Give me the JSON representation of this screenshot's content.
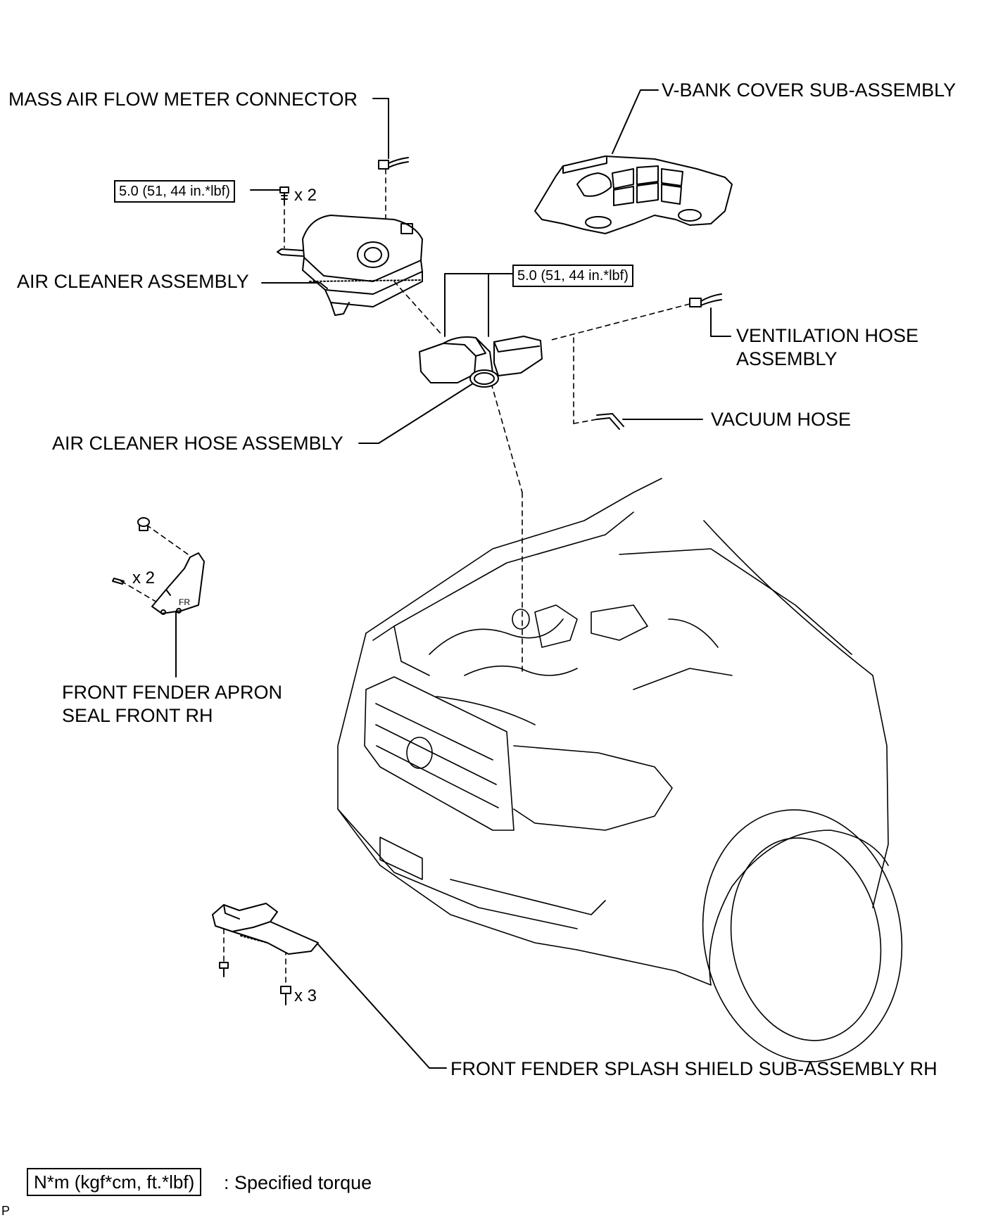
{
  "labels": {
    "mass_air_flow_meter_connector": "MASS AIR FLOW METER CONNECTOR",
    "v_bank_cover": "V-BANK COVER SUB-ASSEMBLY",
    "air_cleaner_assembly": "AIR CLEANER ASSEMBLY",
    "ventilation_hose_line1": "VENTILATION HOSE",
    "ventilation_hose_line2": "ASSEMBLY",
    "vacuum_hose": "VACUUM HOSE",
    "air_cleaner_hose_assembly": "AIR CLEANER HOSE ASSEMBLY",
    "front_fender_apron_line1": "FRONT FENDER APRON",
    "front_fender_apron_line2": "SEAL FRONT RH",
    "front_fender_splash_shield": "FRONT FENDER SPLASH SHIELD SUB-ASSEMBLY RH"
  },
  "torque": {
    "air_cleaner_bolts": "5.0 (51, 44 in.*lbf)",
    "hose_clamps": "5.0 (51, 44 in.*lbf)"
  },
  "quantities": {
    "air_cleaner_bolts": "x 2",
    "apron_seal_clips": "x 2",
    "splash_shield_bolts": "x 3"
  },
  "legend": {
    "box_text": "N*m (kgf*cm, ft.*lbf)",
    "description": ": Specified torque"
  },
  "corner_mark": "P"
}
